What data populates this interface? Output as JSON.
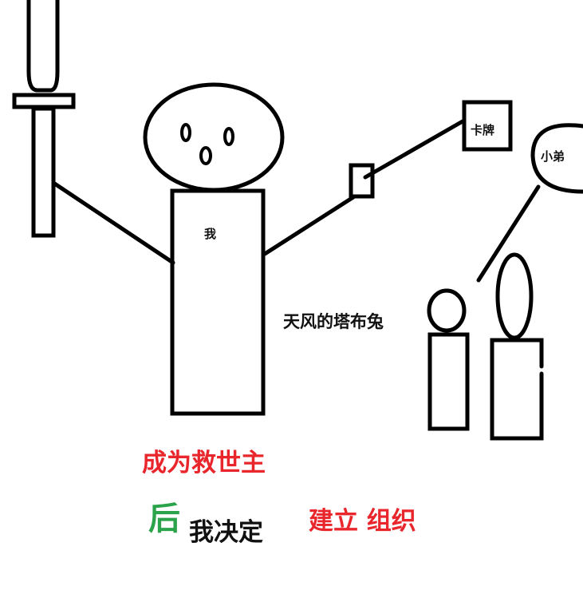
{
  "diagram": {
    "style": "hand-drawn paint sketch",
    "colors": {
      "stroke": "#000000",
      "red": "#e8262b",
      "green": "#2aa34a",
      "black": "#111111",
      "background": "#ffffff"
    },
    "labels": {
      "me": "我",
      "card": "卡牌",
      "minion": "小弟",
      "name": "天风的塔布兔"
    },
    "caption": {
      "line1": "成为救世主",
      "line2_green": "后",
      "line2_black": "我决定",
      "line2_red": "建立 组织"
    },
    "figures": [
      {
        "id": "sword",
        "desc": "sword held up at left"
      },
      {
        "id": "me",
        "desc": "stick figure with oval face and rectangle body"
      },
      {
        "id": "card-holder",
        "desc": "small rectangle in right hand connected to card box"
      },
      {
        "id": "minion-small",
        "desc": "small figure with round head"
      },
      {
        "id": "minion-tall",
        "desc": "figure with tall oval head"
      },
      {
        "id": "speech-bubble",
        "desc": "ellipse labeled minion, line pointing to minions"
      }
    ]
  }
}
